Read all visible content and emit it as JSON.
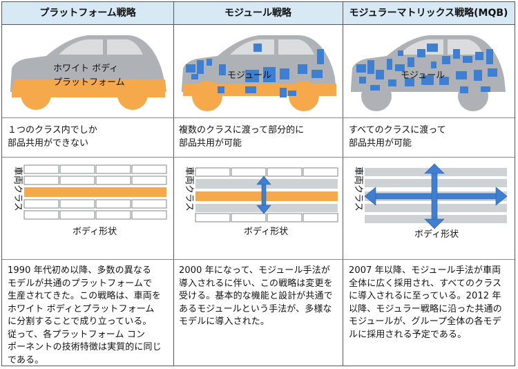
{
  "columns": [
    {
      "header": "プラットフォーム戦略",
      "car_label_1": "ホワイト ボディ",
      "car_label_2": "プラットフォーム",
      "caption_lines": [
        "１つのクラス内でしか",
        "部品共用ができない"
      ],
      "axis_vertical": "車両クラス",
      "axis_horizontal": "ボディ形状",
      "description_lines": [
        "1990 年代初め以降、多数の異なる",
        "モデルが共通のプラットフォームで",
        "生産されてきた。この戦略は、車両を",
        "ホワイト ボディとプラットフォーム",
        "に分割することで成り立っている。",
        "従って、各プラットフォーム コン",
        "ポーネントの技術特徴は実質的に同じ",
        "である。"
      ]
    },
    {
      "header": "モジュール戦略",
      "car_label_1": "モジュール",
      "caption_lines": [
        "複数のクラスに渡って部分的に",
        "部品共用が可能"
      ],
      "axis_vertical": "車両クラス",
      "axis_horizontal": "ボディ形状",
      "description_lines": [
        "2000 年になって、モジュール手法が",
        "導入されるに伴い、この戦略は変更を",
        "受ける。基本的な機能と設計が共通で",
        "あるモジュールという手法が、多様な",
        "モデルに導入された。"
      ]
    },
    {
      "header": "モジュラーマトリックス戦略(MQB)",
      "car_label_1": "モジュール",
      "caption_lines": [
        "すべてのクラスに渡って",
        "部品共用が可能"
      ],
      "axis_vertical": "車両クラス",
      "axis_horizontal": "ボディ形状",
      "description_lines": [
        "2007 年以降、モジュール手法が車両",
        "全体に広く採用され、すべてのクラス",
        "に導入されるに至っている。2012 年",
        "以降、モジュラー戦略に沿った共通の",
        "モジュールが、グループ全体の各モデ",
        "ルに採用される予定である。"
      ]
    }
  ],
  "colors": {
    "header_bg": "#d7e9f5",
    "platform": "#f6a94a",
    "module": "#3f7fd2",
    "car_body": "#aeb2b6",
    "band": "#cfd2d5"
  }
}
